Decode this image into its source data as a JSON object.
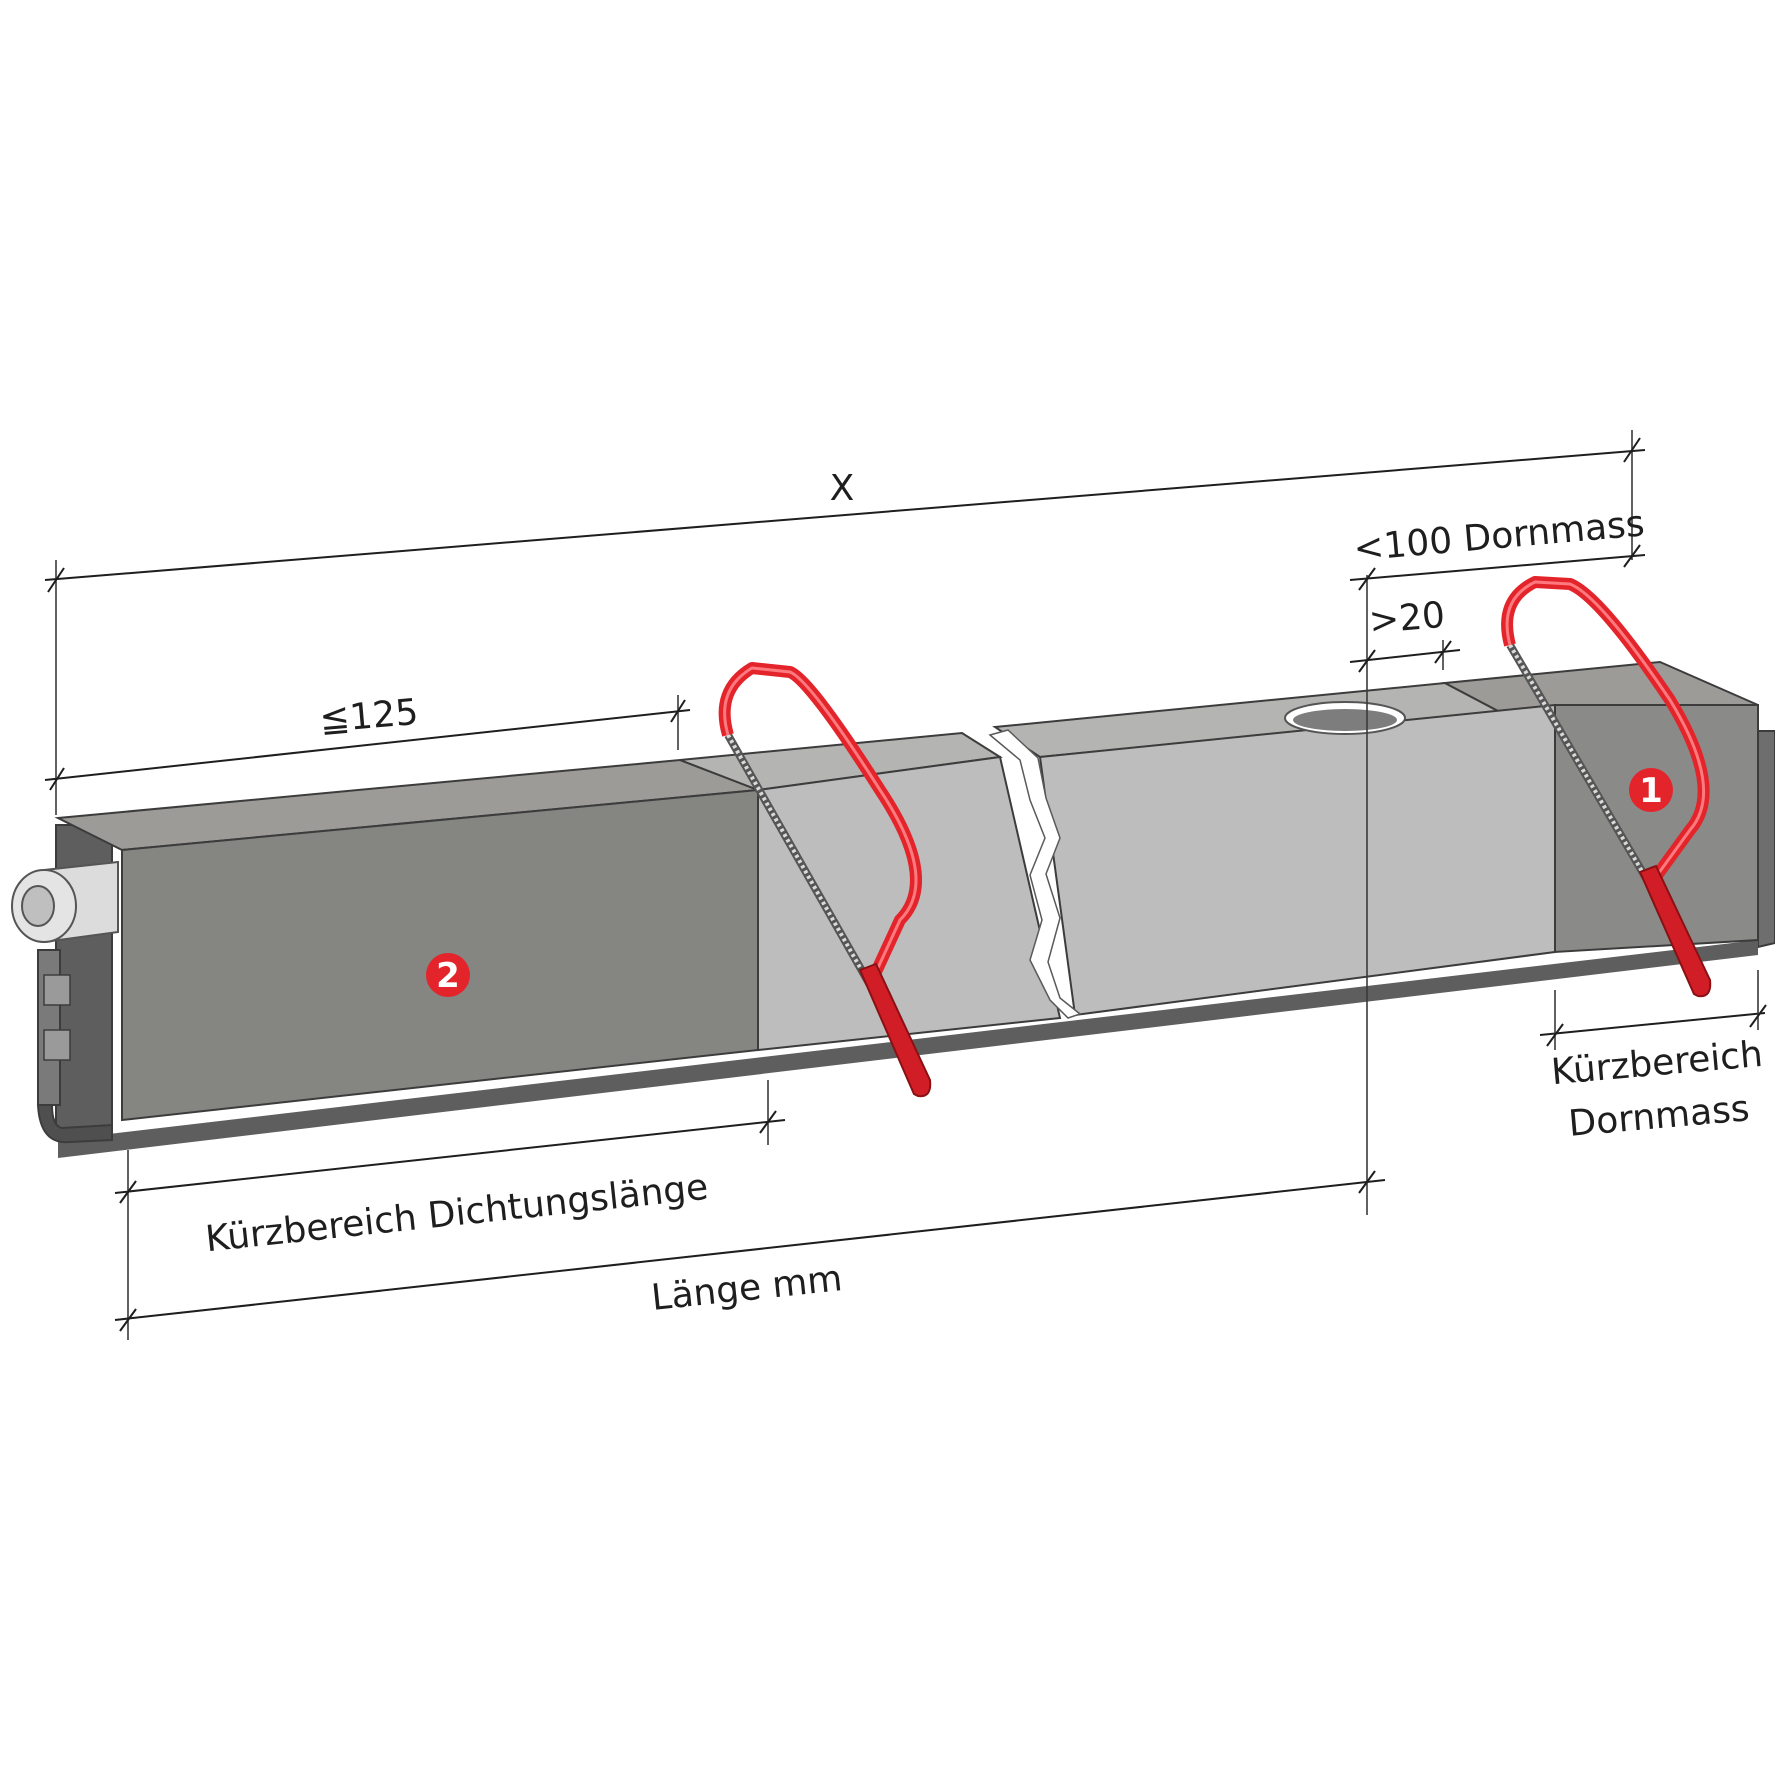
{
  "diagram": {
    "labels": {
      "total_length": "X",
      "max_cut_seal": "≦125",
      "dornmass": "<100 Dornmass",
      "min_distance": ">20",
      "cut_zone_seal": "Kürzbereich Dichtungslänge",
      "length": "Länge mm",
      "cut_zone_dornmass_line1": "Kürzbereich",
      "cut_zone_dornmass_line2": "Dornmass"
    },
    "badges": {
      "cut_dornmass": "1",
      "cut_seal": "2"
    },
    "colors": {
      "accent_red": "#e3242b",
      "handle_red": "#d11e26",
      "profile_dark": "#858681",
      "profile_mid": "#a8a8a6",
      "profile_light": "#bdbdbd",
      "profile_top": "#9c9b97",
      "frame_dark": "#575757",
      "dimension_line": "#1e1e1e"
    },
    "icons": [
      "hacksaw-icon",
      "hacksaw-icon"
    ]
  }
}
